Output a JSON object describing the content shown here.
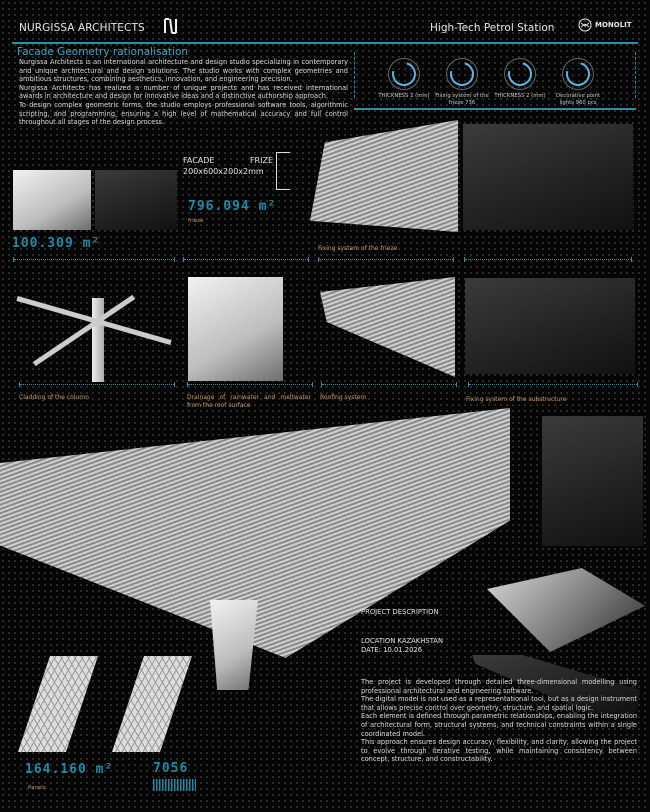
{
  "header": {
    "brand": "NURGISSA ARCHITECTS",
    "logo_glyph": "N",
    "project_title": "High-Tech Petrol Station",
    "partner_logo_text": "MONOLIT",
    "accent_color": "#2a8fa5"
  },
  "intro": {
    "section_title": "Facade Geometry rationalisation",
    "paragraphs": [
      "Nurgissa Architects is an international architecture and design studio specializing in contemporary and unique architectural and design solutions. The studio works with complex geometries and ambitious structures, combining aesthetics, innovation, and engineering precision.",
      "Nurgissa Architects has realized a number of unique projects and has received international awards in architecture and design for innovative ideas and a distinctive authorship approach.",
      "To design complex geometric forms, the studio employs professional software tools, algorithmic scripting, and programming, ensuring a high level of mathematical accuracy and full control throughout all stages of the design process."
    ]
  },
  "stats": [
    {
      "label": "THICKNESS 2 (mm)"
    },
    {
      "label": "Fixing system of the frieze 736"
    },
    {
      "label": "THICKNESS 2 (mm)"
    },
    {
      "label": "Decorative point lights 960 pcs"
    }
  ],
  "facade_spec": {
    "left_label": "FACADE",
    "right_label": "FRIZE",
    "dimensions": "200x600x200x2mm"
  },
  "metrics": {
    "frieze_area": "796.094",
    "frieze_unit": "m²",
    "frieze_caption": "frieze",
    "facade_area": "100.309",
    "facade_unit": "m²",
    "panels_area": "164.160",
    "panels_unit": "m²",
    "panels_caption": "Panels",
    "panels_count": "7056"
  },
  "captions": {
    "fixing_frieze": "Fixing system of the frieze",
    "cladding_column": "Cladding of the column",
    "drainage": "Drainage of rainwater and meltwater from the roof surface",
    "roofing": "Roofing system",
    "fixing_substructure": "Fixing system of the substructure"
  },
  "project": {
    "heading": "PROJECT DESCRIPTION",
    "location": "LOCATION KAZAKHSTAN",
    "date": "DATE: 10.01.2026",
    "paragraphs": [
      "The project is developed through detailed three-dimensional modelling using professional architectural and engineering software.",
      "The digital model is not used as a representational tool, but as a design instrument that allows precise control over geometry, structure, and spatial logic.",
      "Each element is defined through parametric relationships, enabling the integration of architectural form, structural systems, and technical constraints within a single coordinated model.",
      "This approach ensures design accuracy, flexibility, and clarity, allowing the project to evolve through iterative testing, while maintaining consistency between concept, structure, and constructability."
    ]
  }
}
